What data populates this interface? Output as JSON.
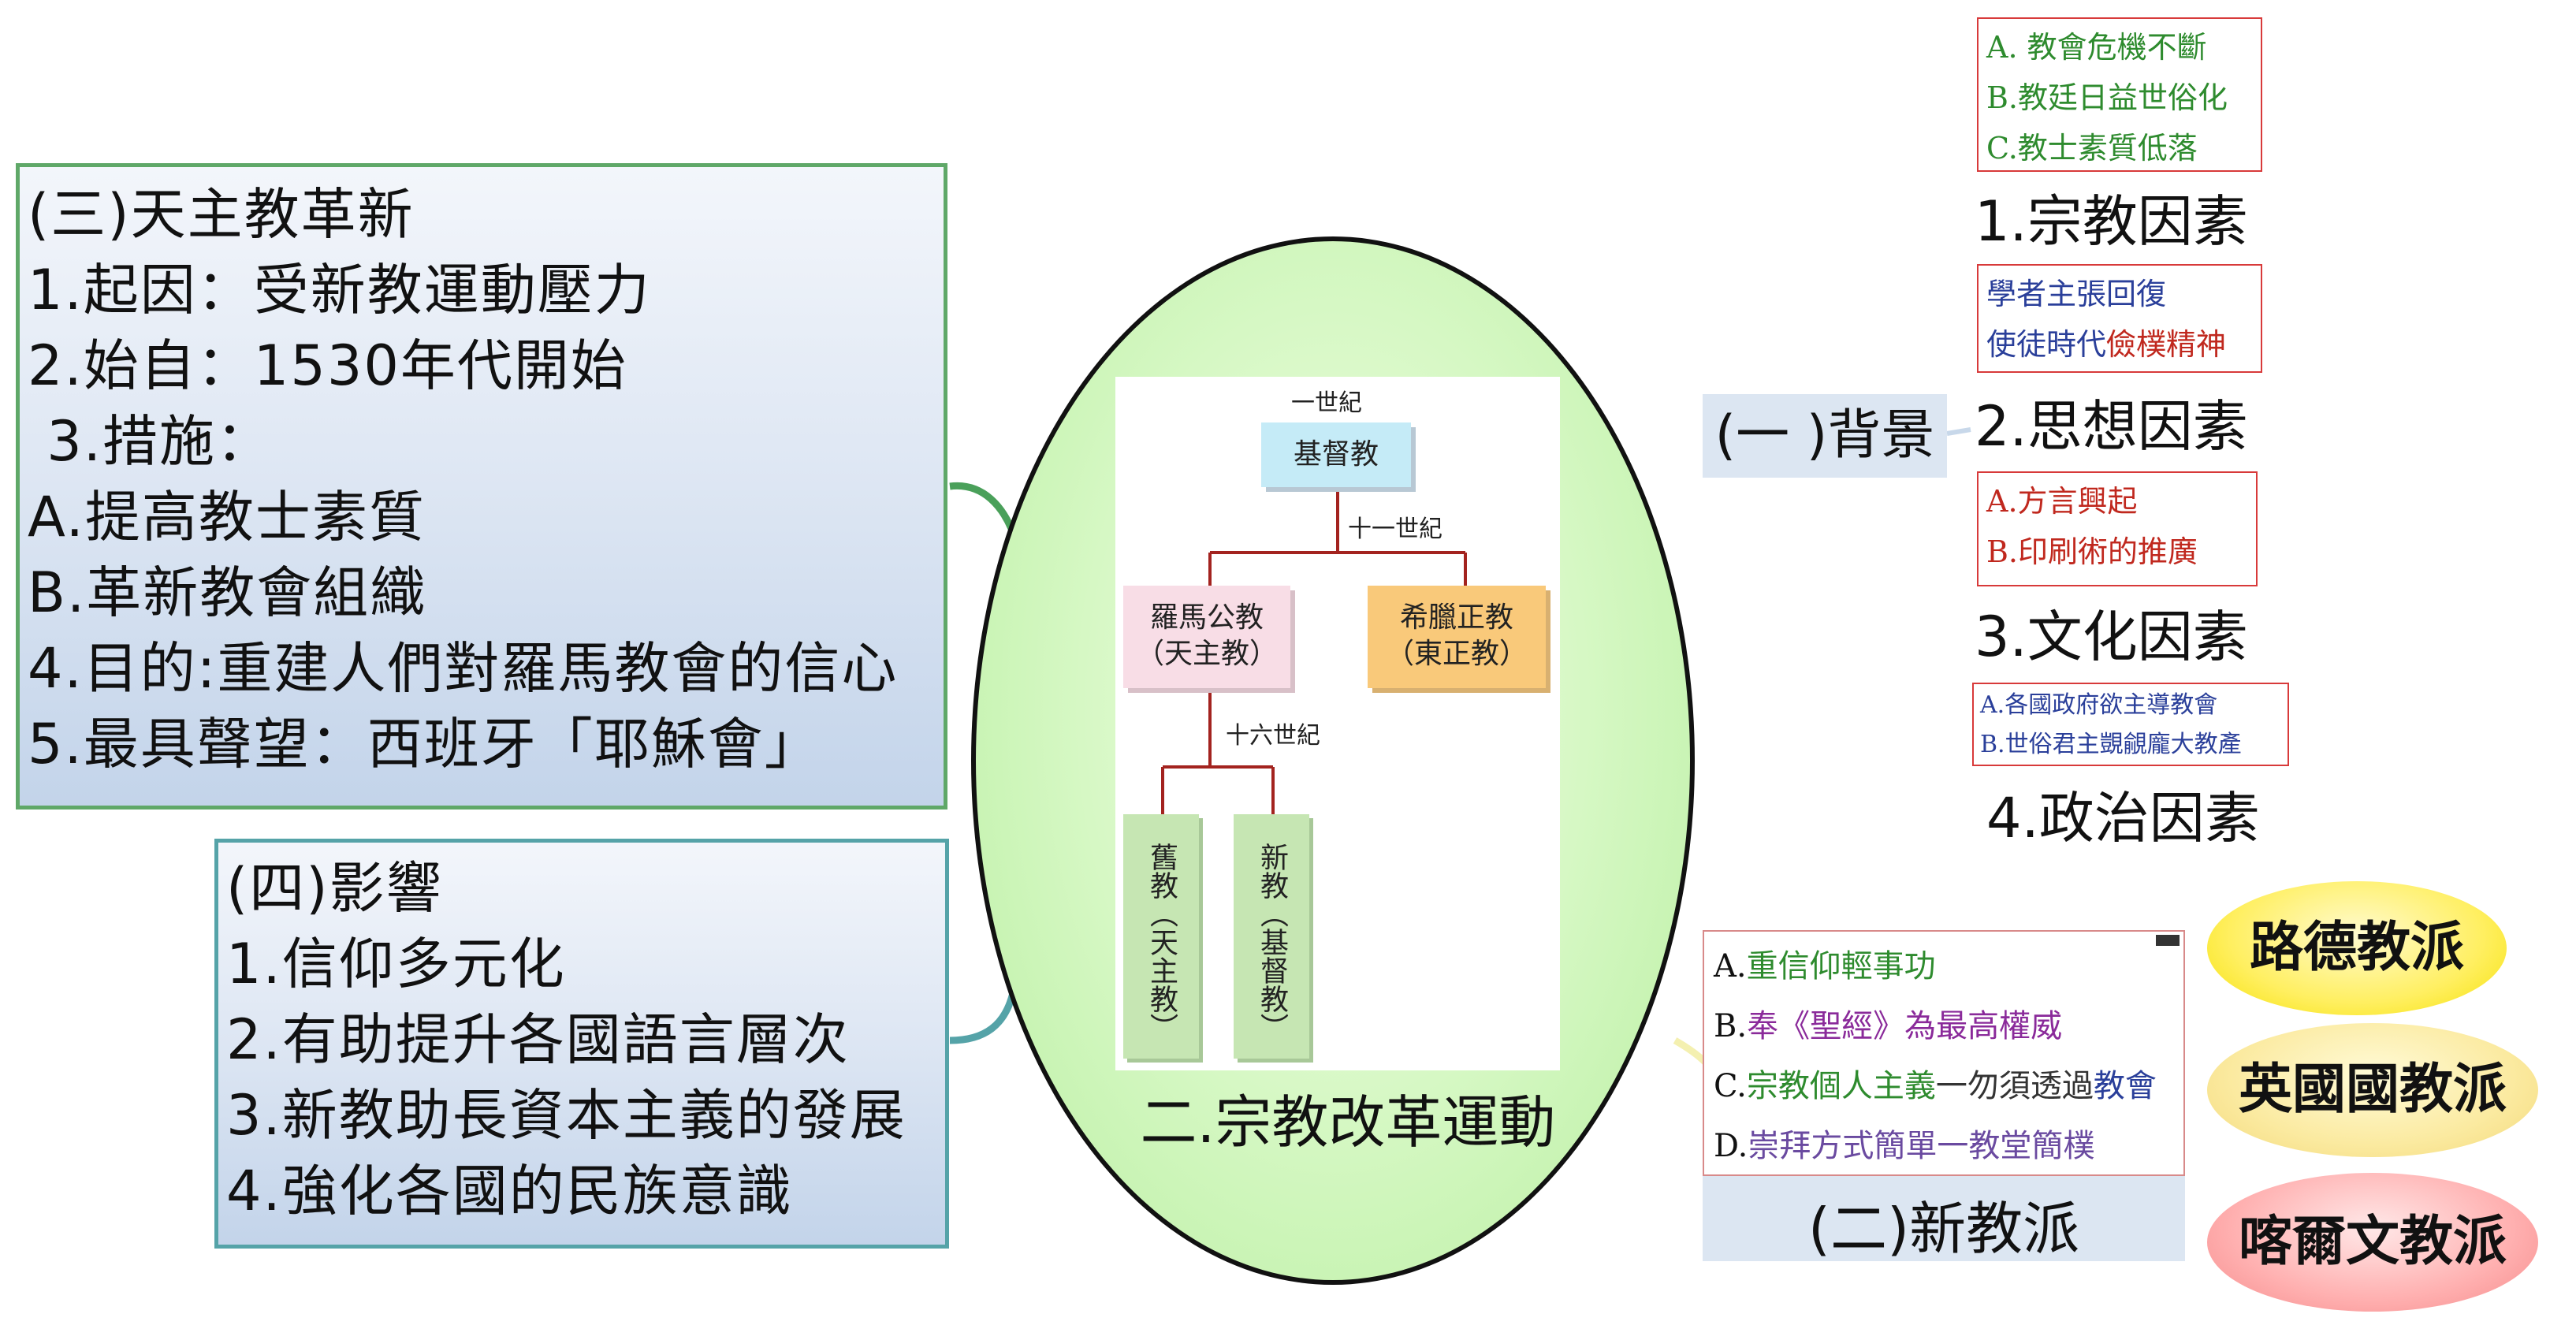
{
  "left_panel_3": {
    "lines": [
      "(三)天主教革新",
      "1.起因：受新教運動壓力",
      "2.始自：1530年代開始",
      " 3.措施：",
      "A.提高教士素質",
      "B.革新教會組織",
      "4.目的:重建人們對羅馬教會的信心",
      "5.最具聲望：西班牙「耶穌會」"
    ]
  },
  "left_panel_4": {
    "lines": [
      "(四)影響",
      "1.信仰多元化",
      "2.有助提升各國語言層次",
      "3.新教助長資本主義的發展",
      "4.強化各國的民族意識"
    ]
  },
  "center": {
    "title": "二.宗教改革運動",
    "tree": {
      "century_1": "一世紀",
      "root": "基督教",
      "century_11": "十一世紀",
      "roman": [
        "羅馬公教",
        "（天主教）"
      ],
      "greek": [
        "希臘正教",
        "（東正教）"
      ],
      "century_16": "十六世紀",
      "old": "舊教（天主教）",
      "new": "新教（基督教）"
    }
  },
  "background": {
    "heading": "(一 )背景",
    "religious": {
      "items": [
        "A. 教會危機不斷",
        "B.教廷日益世俗化",
        "C.教士素質低落"
      ],
      "label": "1.宗教因素"
    },
    "thought": {
      "items": [
        "學者主張回復",
        "使徒時代",
        "儉樸精神"
      ],
      "label": "2.思想因素"
    },
    "culture": {
      "items": [
        "A.方言興起",
        "B.印刷術的推廣"
      ],
      "label": "3.文化因素"
    },
    "politics": {
      "items": [
        "A.各國政府欲主導教會",
        "B.世俗君主覬覦龐大教產"
      ],
      "label": "4.政治因素"
    }
  },
  "protestant": {
    "heading": "(二)新教派",
    "items": [
      {
        "prefix": "A.",
        "parts": [
          "重信仰輕事功"
        ]
      },
      {
        "prefix": "B.",
        "parts": [
          "奉《聖經》為最高權威"
        ]
      },
      {
        "prefix": "C.",
        "parts": [
          "宗教個人主義",
          "一勿須透過",
          "教會"
        ]
      },
      {
        "prefix": "D.",
        "parts": [
          "崇拜方式簡單一教堂簡樸"
        ]
      }
    ],
    "sects": [
      "路德教派",
      "英國國教派",
      "喀爾文教派"
    ]
  },
  "colors": {
    "green_text": "#2e8b2e",
    "blue_text": "#2a3f9a",
    "red_text": "#c0281e",
    "purple_text": "#8a2a9a",
    "tree_line": "#a3231f",
    "node_blue": "#c5ebf7",
    "node_pink": "#f8dde6",
    "node_orange": "#f9c97a",
    "node_green": "#c6e6b3"
  }
}
